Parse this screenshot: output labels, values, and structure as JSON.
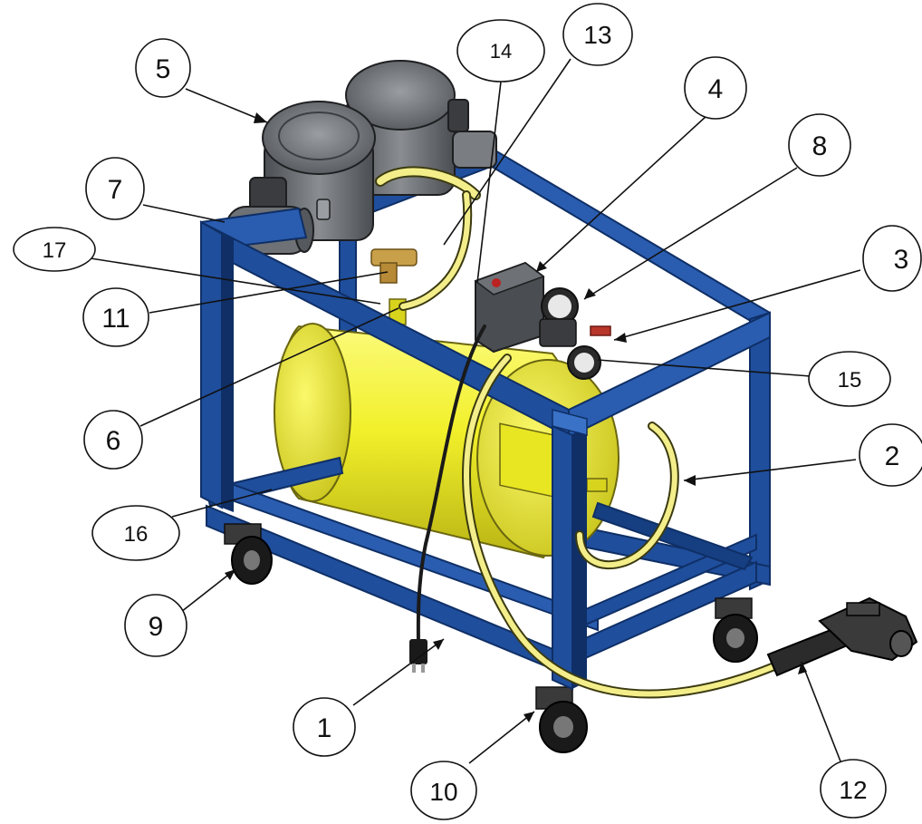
{
  "colors": {
    "frame": "#1f4e9c",
    "frame_dark": "#0f2f66",
    "frame_light": "#3a72c8",
    "tank": "#f2f02a",
    "tank_shade": "#c9c41a",
    "motor": "#5c5f63",
    "motor_light": "#8a8d91",
    "hose": "#f3ee8a",
    "wheel": "#1a1a1a",
    "brass": "#c9a04a",
    "gauge": "#2a2a2a",
    "gun": "#2b2b2b"
  },
  "callouts": [
    {
      "id": "c1",
      "label": "1"
    },
    {
      "id": "c2",
      "label": "2"
    },
    {
      "id": "c3",
      "label": "3"
    },
    {
      "id": "c4",
      "label": "4"
    },
    {
      "id": "c5",
      "label": "5"
    },
    {
      "id": "c6",
      "label": "6"
    },
    {
      "id": "c7",
      "label": "7"
    },
    {
      "id": "c8",
      "label": "8"
    },
    {
      "id": "c9",
      "label": "9"
    },
    {
      "id": "c10",
      "label": "10"
    },
    {
      "id": "c11",
      "label": "11"
    },
    {
      "id": "c12",
      "label": "12"
    },
    {
      "id": "c13",
      "label": "13"
    },
    {
      "id": "c14",
      "label": "14"
    },
    {
      "id": "c15",
      "label": "15"
    },
    {
      "id": "c16",
      "label": "16"
    },
    {
      "id": "c17",
      "label": "17"
    }
  ]
}
